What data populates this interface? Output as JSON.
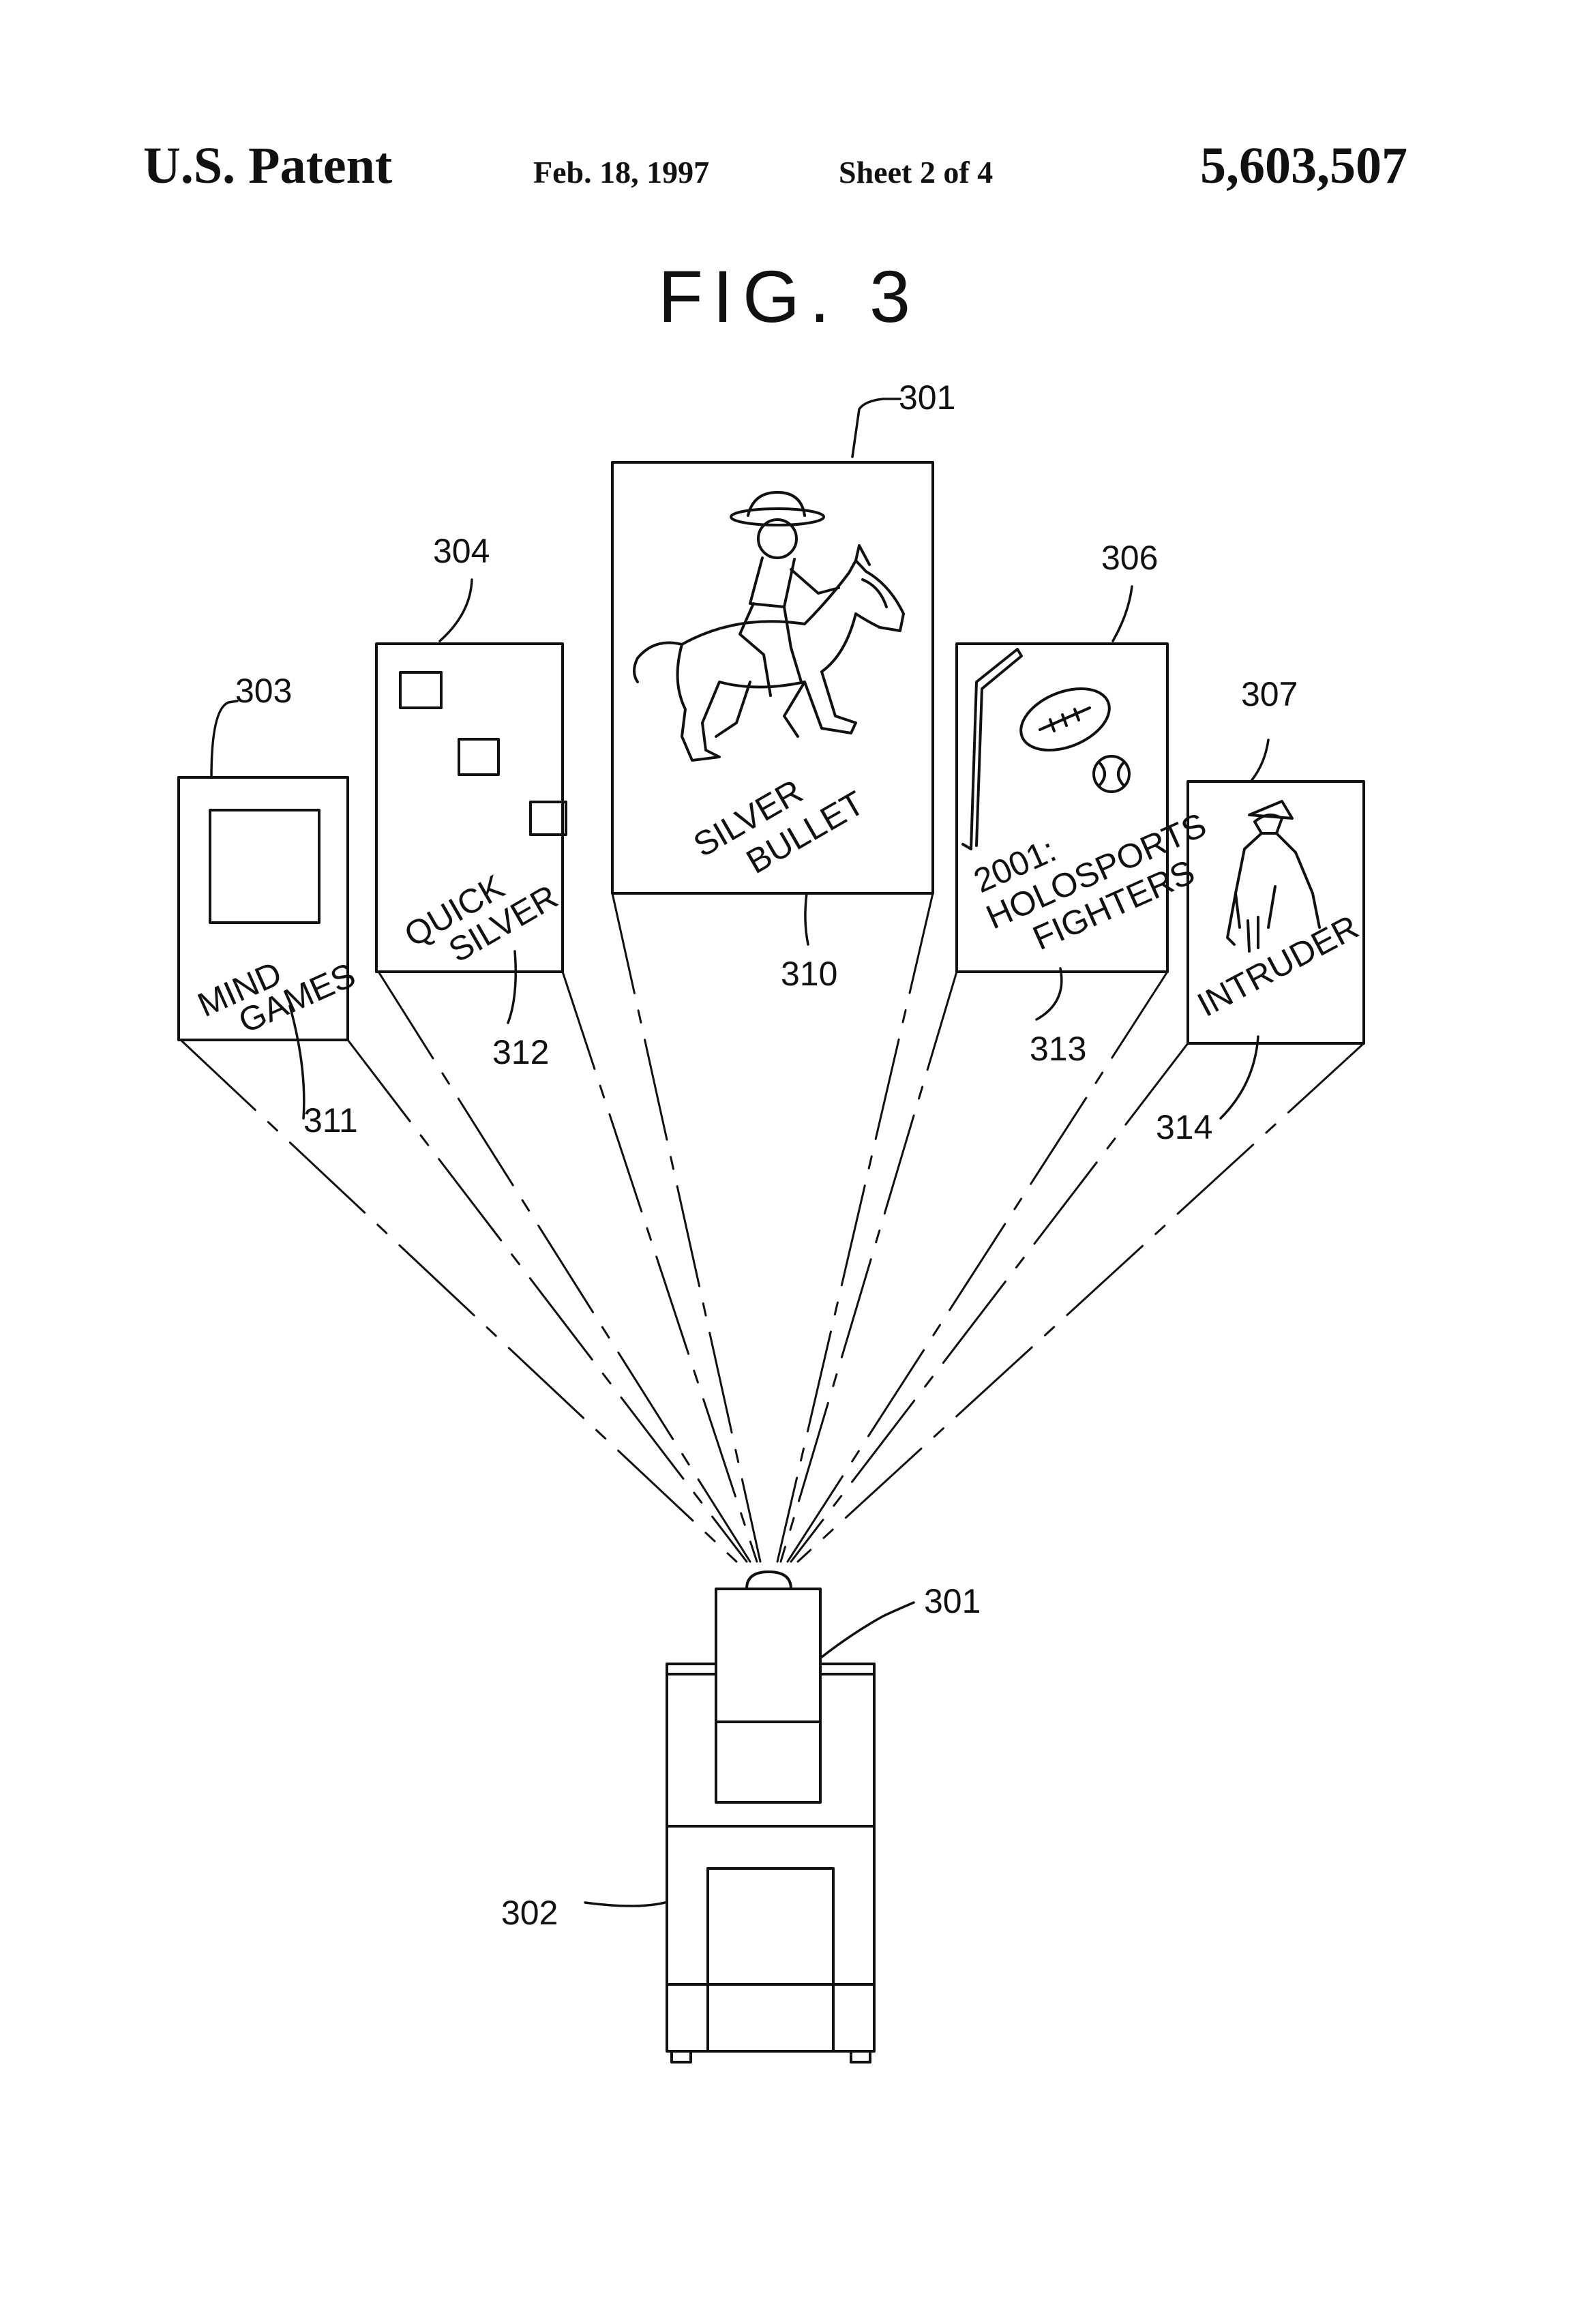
{
  "header": {
    "left": "U.S. Patent",
    "date": "Feb. 18, 1997",
    "sheet": "Sheet 2 of 4",
    "number": "5,603,507"
  },
  "figure": {
    "title": "FIG. 3",
    "refs": {
      "r301_top": "301",
      "r304": "304",
      "r306": "306",
      "r303": "303",
      "r307": "307",
      "r310": "310",
      "r311": "311",
      "r312": "312",
      "r313": "313",
      "r314": "314",
      "r301_bottom": "301",
      "r302": "302"
    },
    "screens": {
      "mind_games": [
        "MIND",
        "GAMES"
      ],
      "quick_silver": [
        "QUICK",
        "SILVER"
      ],
      "silver_bullet": [
        "SILVER",
        "BULLET"
      ],
      "holosports": [
        "2001:",
        "HOLOSPORTS",
        "FIGHTERS"
      ],
      "intruder": [
        "INTRUDER"
      ]
    }
  }
}
